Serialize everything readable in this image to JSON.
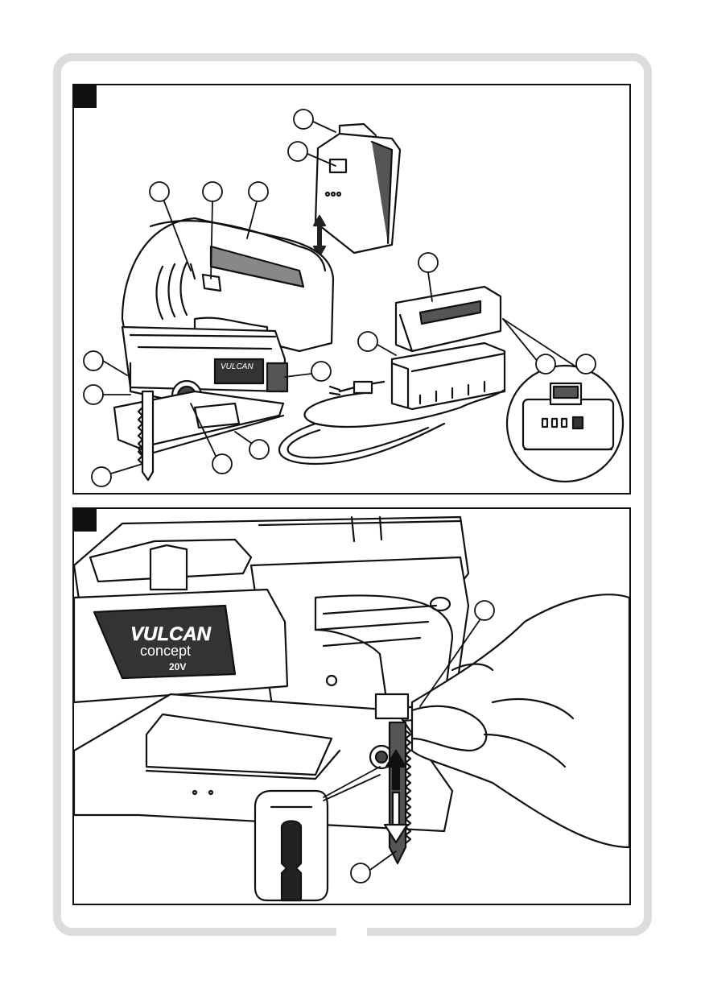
{
  "figure": {
    "panel_a_brand": "VULCAN",
    "panel_b": {
      "logo_brand": "VULCAN",
      "logo_subtitle": "concept",
      "logo_badge": "20V"
    }
  }
}
